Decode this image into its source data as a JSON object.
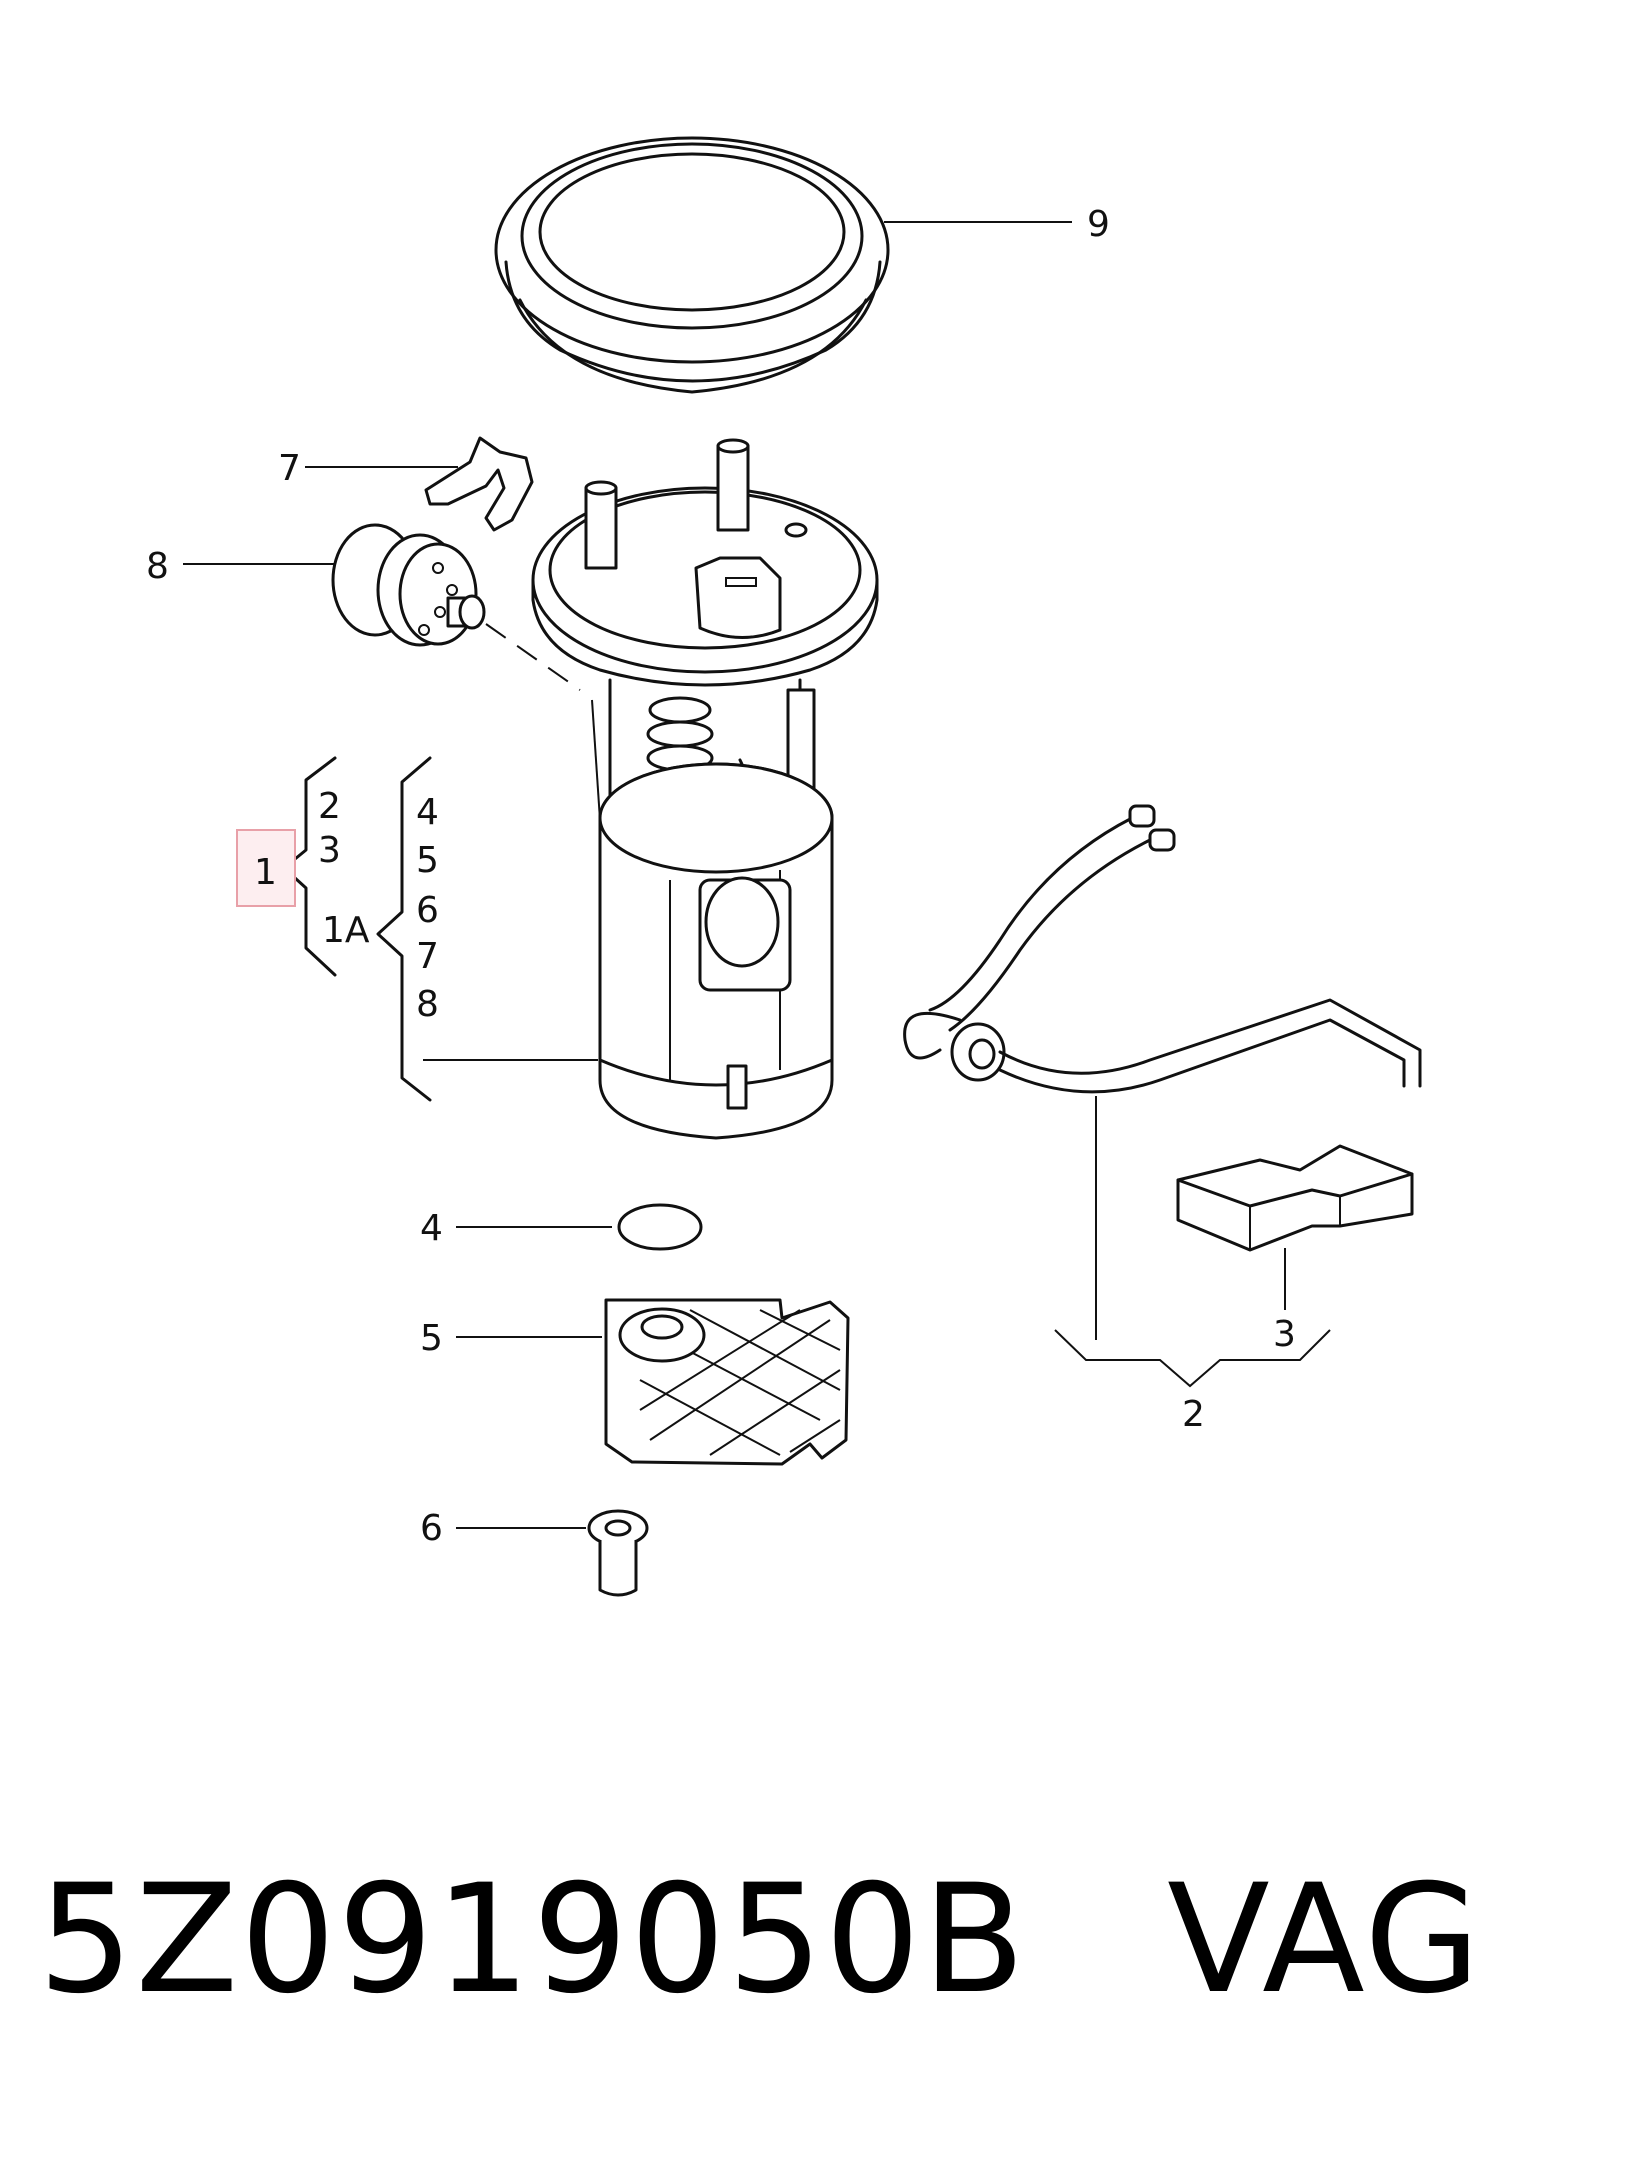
{
  "diagram": {
    "labels": {
      "ring_9": "9",
      "clip_7": "7",
      "regulator_8": "8",
      "group_2": "2",
      "group_3": "3",
      "main_1": "1",
      "group_1a": "1A",
      "list_4": "4",
      "list_5": "5",
      "list_6": "6",
      "list_7": "7",
      "list_8": "8",
      "seal_4": "4",
      "filter_5": "5",
      "bushing_6": "6",
      "pad_3": "3",
      "harness_2": "2"
    },
    "highlight_color": "#e8a0a8"
  },
  "caption": {
    "part_number": "5Z0919050B",
    "brand": "VAG"
  }
}
